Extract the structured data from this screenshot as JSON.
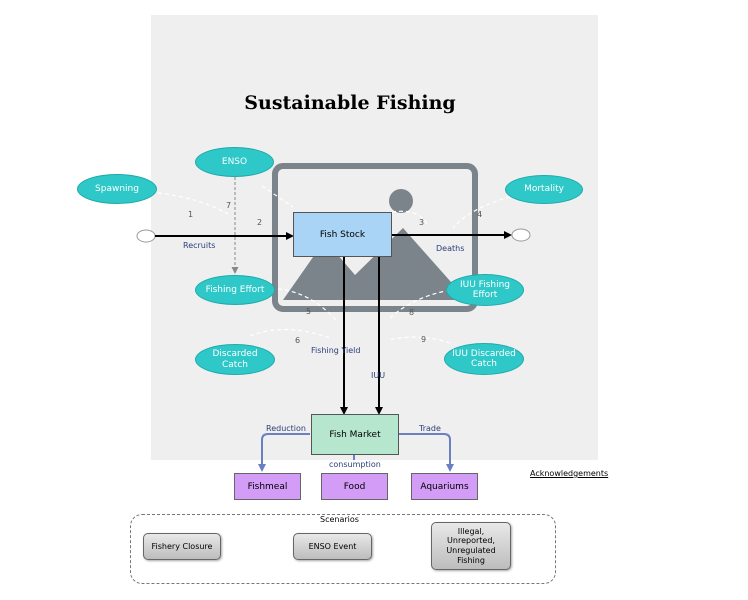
{
  "title": "Sustainable Fishing",
  "stocks": {
    "fish_stock": "Fish Stock",
    "fish_market": "Fish Market"
  },
  "variables": {
    "enso": "ENSO",
    "spawning": "Spawning",
    "mortality": "Mortality",
    "fishing_effort": "Fishing Effort",
    "iuu_fishing_effort": "IUU Fishing Effort",
    "discarded_catch": "Discarded Catch",
    "iuu_discarded_catch": "IUU Discarded Catch"
  },
  "sinks": {
    "fishmeal": "Fishmeal",
    "food": "Food",
    "aquariums": "Aquariums"
  },
  "flows": {
    "recruits": "Recruits",
    "deaths": "Deaths",
    "fishing_yield": "Fishing Yield",
    "iuu": "IUU",
    "reduction": "Reduction",
    "trade": "Trade",
    "consumption": "consumption"
  },
  "link_numbers": [
    "1",
    "2",
    "3",
    "4",
    "5",
    "6",
    "7",
    "8",
    "9"
  ],
  "acknowledgements": "Acknowledgements",
  "scenarios": {
    "title": "Scenarios",
    "buttons": [
      "Fishery Closure",
      "ENSO Event",
      "Illegal, Unreported, Unregulated Fishing"
    ]
  },
  "colors": {
    "variable": "#2fc8c8",
    "fish_stock": "#a9d4f5",
    "fish_market": "#b7e6cf",
    "sink": "#d29cf7",
    "market_link": "#6a7fc4"
  }
}
